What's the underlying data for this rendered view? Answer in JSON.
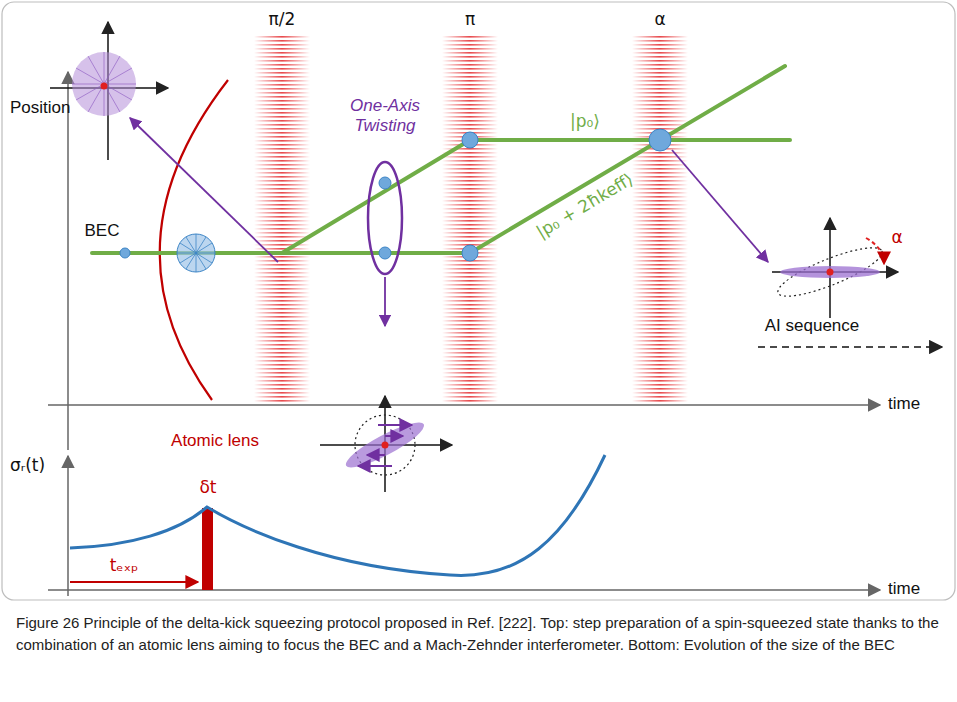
{
  "diagram": {
    "caption": "Figure 26 Principle of the delta-kick squeezing protocol proposed in Ref. [222]. Top: step preparation of a spin-squeezed state thanks to the combination of an atomic lens aiming to focus the BEC and a Mach-Zehnder interferometer. Bottom: Evolution of the size of the BEC",
    "labels": [
      "Position",
      "π/2",
      "π",
      "α",
      "One-Axis Twisting",
      "|p₀⟩",
      "|p₀ + 2ħkeff⟩",
      "BEC",
      "Atomic lens",
      "AI sequence",
      "time",
      "α",
      "σᵣ(t)",
      "δt",
      "tₑₓₚ",
      "time"
    ]
  }
}
